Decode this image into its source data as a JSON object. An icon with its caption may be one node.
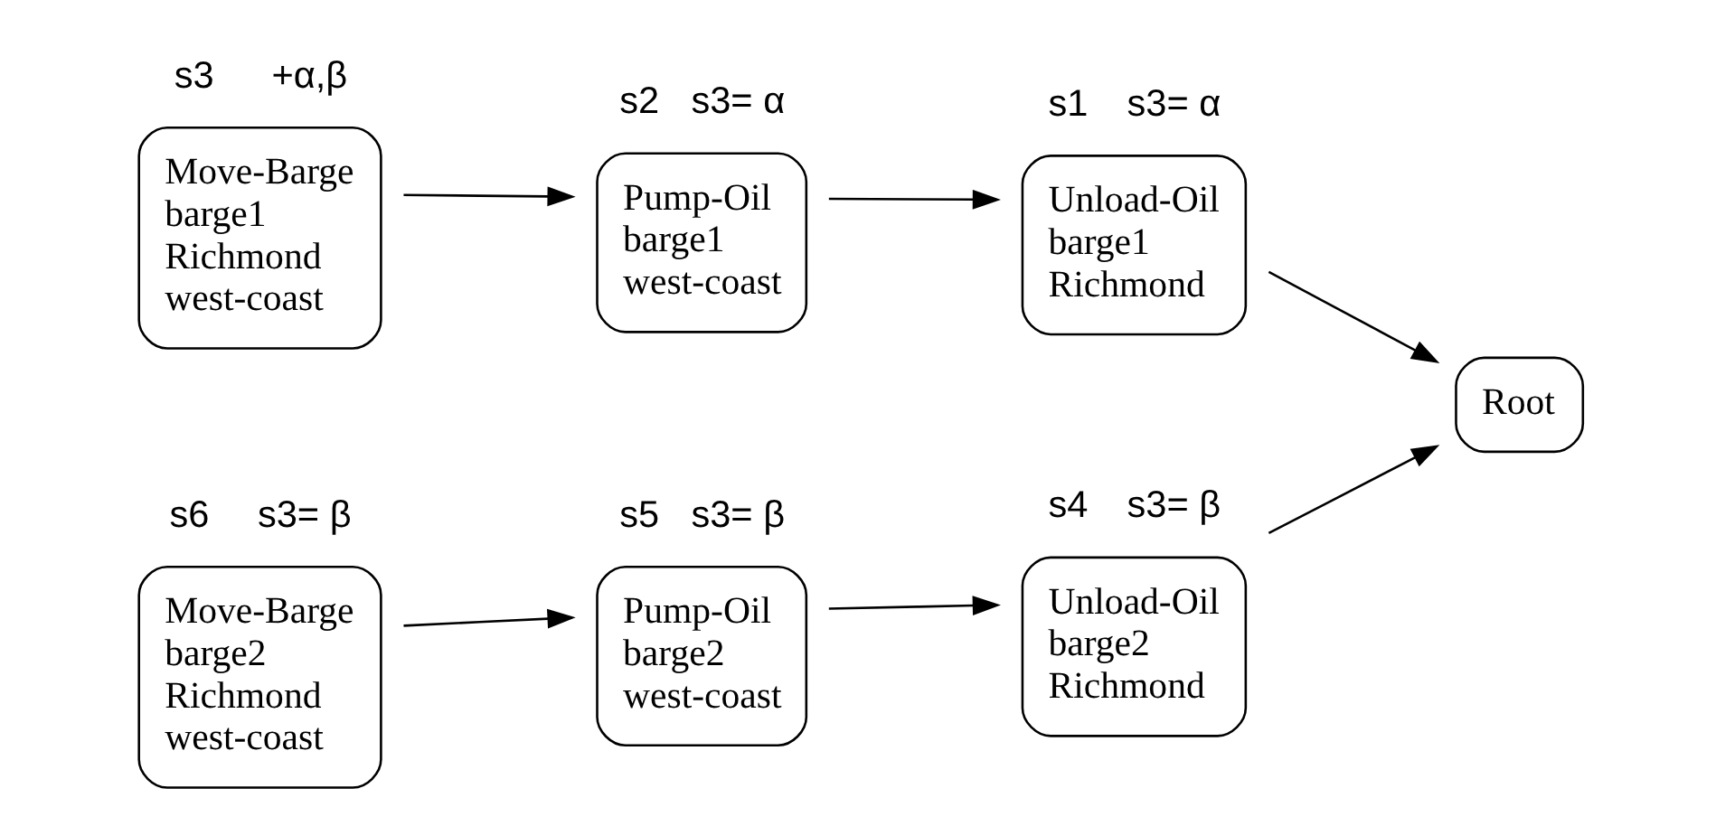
{
  "diagram": {
    "nodes": [
      {
        "text": [
          "Move-Barge barge1 Richmond west-coast"
        ],
        "beside": [
          "s3",
          "+α,β"
        ]
      },
      {
        "text": [
          "Pump-Oil barge1 west-coast"
        ],
        "beside": [
          "s2",
          "s3= α"
        ]
      },
      {
        "text": [
          "Unload-Oil barge1 Richmond"
        ],
        "beside": [
          "s1",
          "s3= α"
        ]
      },
      {
        "text": [
          "Root"
        ]
      },
      {
        "text": [
          "Move-Barge barge2 Richmond west-coast"
        ],
        "beside": [
          "s6",
          "s3= β"
        ]
      },
      {
        "text": [
          "Pump-Oil barge2 west-coast"
        ],
        "beside": [
          "s5",
          "s3= β"
        ]
      },
      {
        "text": [
          "Unload-Oil barge2 Richmond"
        ],
        "beside": [
          "s4",
          "s3= β"
        ]
      }
    ],
    "edges": [
      {
        "from": 0,
        "to": 1,
        "arrow": "to"
      },
      {
        "from": 1,
        "to": 2,
        "arrow": "to"
      },
      {
        "from": 2,
        "to": 3,
        "arrow": "to"
      },
      {
        "from": 4,
        "to": 5,
        "arrow": "to"
      },
      {
        "from": 5,
        "to": 6,
        "arrow": "to"
      },
      {
        "from": 6,
        "to": 3,
        "arrow": "to"
      }
    ]
  }
}
